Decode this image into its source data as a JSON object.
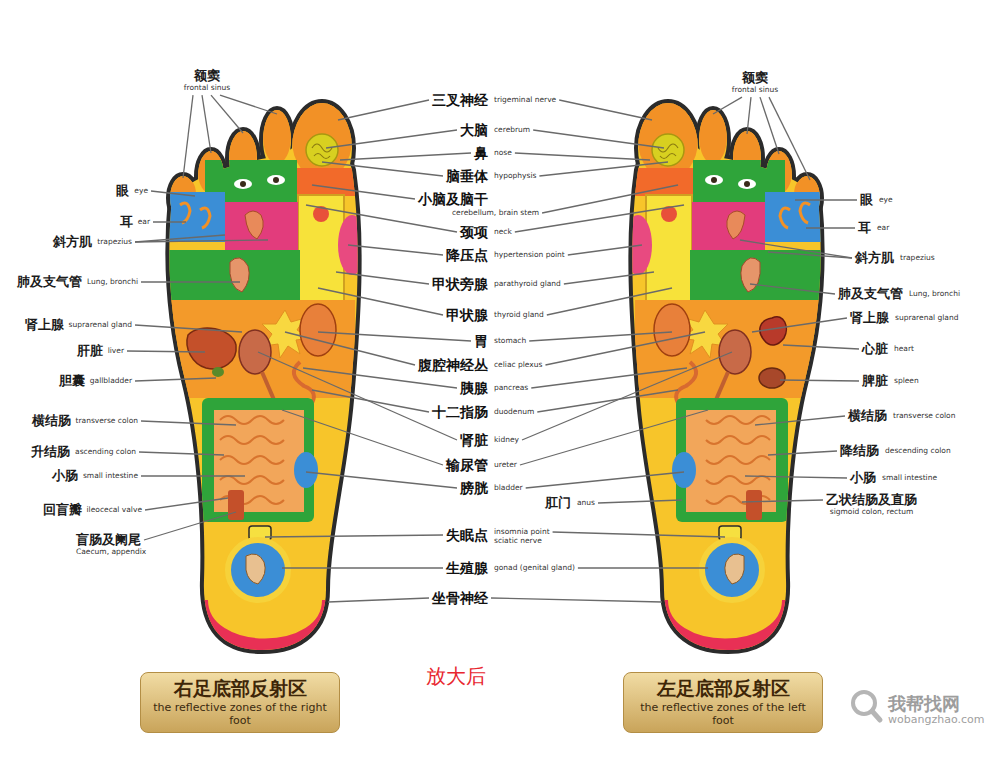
{
  "diagram": {
    "nodes": [
      {
        "text": [
          "右足底部反射区",
          "the reflective zones of the right foot"
        ]
      },
      {
        "text": [
          "左足底部反射区",
          "the reflective zones of the left foot"
        ]
      }
    ],
    "labels": [
      "额窦",
      "frontal sinus",
      "眼",
      "eye",
      "耳",
      "ear",
      "斜方肌",
      "trapezius",
      "肺及支气管",
      "Lung, bronchi",
      "肾上腺",
      "suprarenal gland",
      "肝脏",
      "liver",
      "胆囊",
      "gallbladder",
      "横结肠",
      "transverse colon",
      "升结肠",
      "ascending colon",
      "小肠",
      "small intestine",
      "回盲瓣",
      "ileocecal valve",
      "盲肠及阑尾",
      "Caecum, appendix",
      "三叉神经",
      "trigeminal nerve",
      "大脑",
      "cerebrum",
      "鼻",
      "nose",
      "脑垂体",
      "hypophysis",
      "小脑及脑干",
      "cerebellum, brain stem",
      "颈项",
      "neck",
      "降压点",
      "hypertension point",
      "甲状旁腺",
      "parathyroid gland",
      "甲状腺",
      "thyroid gland",
      "胃",
      "stomach",
      "腹腔神经丛",
      "celiac plexus",
      "胰腺",
      "pancreas",
      "十二指肠",
      "duodenum",
      "肾脏",
      "kidney",
      "输尿管",
      "ureter",
      "膀胱",
      "bladder",
      "失眠点",
      "insomnia point",
      "sciatic nerve",
      "生殖腺",
      "gonad (genital gland)",
      "坐骨神经",
      "额窦",
      "frontal sinus",
      "眼",
      "eye",
      "耳",
      "ear",
      "斜方肌",
      "trapezius",
      "肺及支气管",
      "Lung, bronchi",
      "肾上腺",
      "suprarenal gland",
      "心脏",
      "heart",
      "脾脏",
      "spleen",
      "横结肠",
      "transverse colon",
      "降结肠",
      "descending colon",
      "小肠",
      "small intestine",
      "肛门",
      "anus",
      "乙状结肠及直肠",
      "sigmoid colon, rectum",
      "放大后",
      "我帮找网",
      "wobangzhao.com"
    ]
  }
}
